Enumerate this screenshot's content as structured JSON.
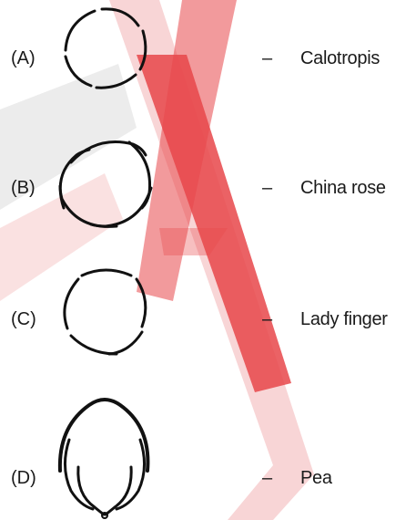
{
  "watermark": {
    "colors": {
      "red": "#e8474a",
      "pink": "#f6c3c5",
      "gray": "#b9b9b9"
    }
  },
  "rows": [
    {
      "letter": "(A)",
      "dash": "–",
      "name": "Calotropis",
      "diagram": "valvate-aestivation"
    },
    {
      "letter": "(B)",
      "dash": "–",
      "name": "China rose",
      "diagram": "twisted-aestivation"
    },
    {
      "letter": "(C)",
      "dash": "–",
      "name": "Lady finger",
      "diagram": "imbricate-aestivation"
    },
    {
      "letter": "(D)",
      "dash": "–",
      "name": "Pea",
      "diagram": "vexillary-aestivation"
    }
  ]
}
